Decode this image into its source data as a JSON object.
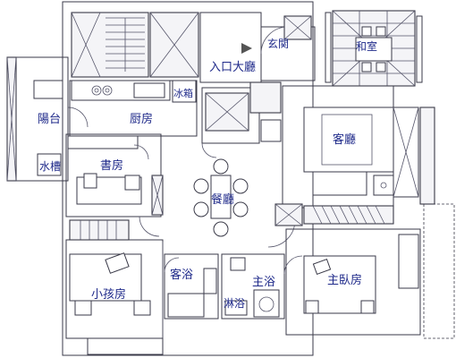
{
  "rooms": {
    "washitsu": "和室",
    "genkan": "玄関",
    "entrance_hall": "入口大廳",
    "fridge": "冰箱",
    "balcony": "陽台",
    "kitchen": "厨房",
    "living_room": "客廳",
    "sink": "水槽",
    "study": "書房",
    "dining_room": "餐廳",
    "kids_room": "小孩房",
    "guest_bath": "客浴",
    "main_bath": "主浴",
    "shower": "淋浴",
    "master_bedroom": "主臥房"
  }
}
